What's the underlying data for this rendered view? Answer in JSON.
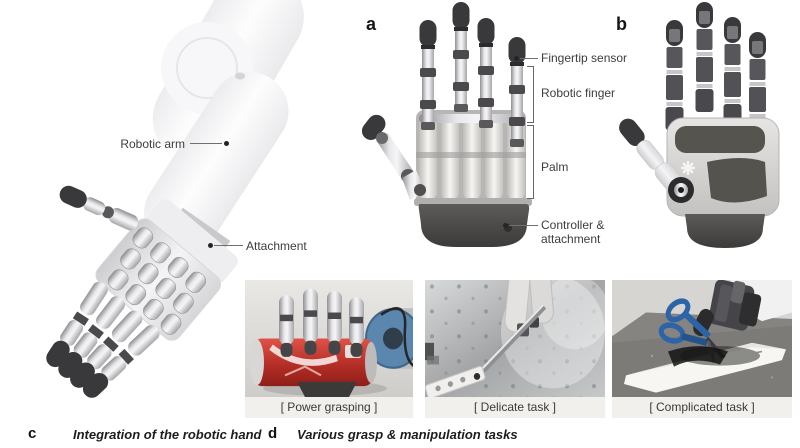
{
  "panel_c": {
    "letter": "c",
    "caption": "Integration of the robotic hand",
    "labels": {
      "robotic_arm": "Robotic arm",
      "attachment": "Attachment"
    }
  },
  "panel_a": {
    "letter": "a",
    "labels": {
      "fingertip_sensor": "Fingertip sensor",
      "robotic_finger": "Robotic finger",
      "palm": "Palm",
      "controller_attachment": "Controller & attachment"
    }
  },
  "panel_b": {
    "letter": "b"
  },
  "panel_d": {
    "letter": "d",
    "caption": "Various grasp & manipulation tasks",
    "photos": [
      {
        "name": "power-grasping",
        "caption": "[ Power grasping ]"
      },
      {
        "name": "delicate-task",
        "caption": "[ Delicate task ]"
      },
      {
        "name": "complicated-task",
        "caption": "[ Complicated task ]"
      }
    ]
  },
  "colors": {
    "fingertip_dark": "#39383a",
    "base_dark": "#4b4947",
    "caption_strip": "#f1f0ed",
    "can_red": "#b02c24",
    "scissors_blue": "#2d64a8",
    "robot_joint_blue": "#5b86ad",
    "label_text": "#3e3d3b"
  }
}
